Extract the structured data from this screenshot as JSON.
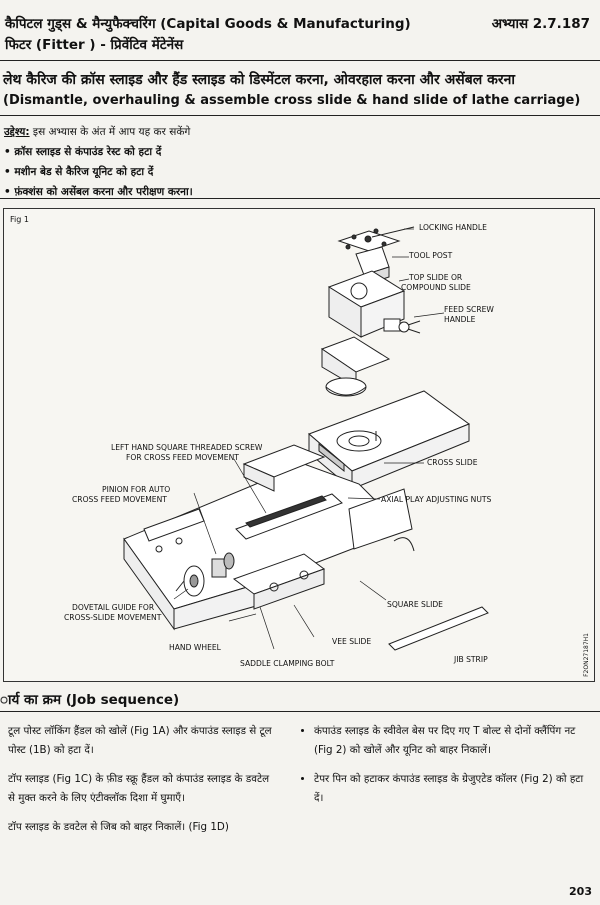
{
  "header": {
    "title_line1": "कैपिटल गुड्स & मैन्युफैक्चरिंग (Capital Goods & Manufacturing)",
    "exercise": "अभ्यास 2.7.187",
    "title_line2": "फिटर (Fitter ) - प्रिवेंटिव मेंटेनेंस"
  },
  "lesson": {
    "title_hindi": "लेथ कैरिज की क्रॉस स्लाइड और हैंड स्लाइड को डिस्मेंटल करना, ओवरहाल करना और असेंबल करना",
    "title_english": "(Dismantle, overhauling & assemble cross slide & hand slide of lathe carriage)"
  },
  "objective": {
    "label": "उद्देश्य:",
    "intro": " इस अभ्यास के अंत में आप यह कर सकेंगे",
    "items": [
      "क्रॉस स्लाइड से कंपाउंड रेस्ट को हटा दें",
      "मशीन बेड से कैरिज यूनिट को हटा दें",
      "फ़ंक्शंस को असेंबल करना और परीक्षण करना।"
    ]
  },
  "figure": {
    "tag": "Fig 1",
    "code": "F2ON27187H1",
    "labels": {
      "locking_handle": "LOCKING HANDLE",
      "tool_post": "TOOL POST",
      "top_slide_1": "TOP SLIDE OR",
      "top_slide_2": "COMPOUND SLIDE",
      "feed_screw_1": "FEED SCREW",
      "feed_screw_2": "HANDLE",
      "lh_screw_1": "LEFT HAND SQUARE THREADED SCREW",
      "lh_screw_2": "FOR CROSS FEED MOVEMENT",
      "pinion_1": "PINION FOR AUTO",
      "pinion_2": "CROSS FEED MOVEMENT",
      "cross_slide": "CROSS SLIDE",
      "axial_play": "AXIAL PLAY ADJUSTING NUTS",
      "dovetail_1": "DOVETAIL GUIDE FOR",
      "dovetail_2": "CROSS-SLIDE MOVEMENT",
      "square_slide": "SQUARE SLIDE",
      "hand_wheel": "HAND WHEEL",
      "vee_slide": "VEE SLIDE",
      "jib_strip": "JIB STRIP",
      "saddle_bolt": "SADDLE CLAMPING BOLT"
    }
  },
  "job": {
    "heading": "ार्य का क्रम (Job sequence)",
    "left": [
      "टूल पोस्ट लॉकिंग हैंडल को खोलें (Fig 1A) और कंपाउंड स्लाइड से टूल पोस्ट (1B) को हटा दें।",
      "टॉप स्लाइड (Fig 1C) के फ़ीड स्क्रू हैंडल को कंपाउंड स्लाइड के डवटेल से मुक्त करने के लिए एंटीक्लॉक दिशा में घुमाएँ।",
      "टॉप स्लाइड के डवटेल से जिब को बाहर निकालें। (Fig 1D)"
    ],
    "right": [
      "कंपाउंड स्लाइड के स्वीवेल बेस पर दिए गए T बोल्ट से दोनों क्लैंपिंग नट (Fig 2) को खोलें और यूनिट को बाहर निकालें।",
      "टेपर पिन को हटाकर कंपाउंड स्लाइड के ग्रेजुएटेड कॉलर (Fig 2) को हटा दें।"
    ]
  },
  "page_number": "203"
}
